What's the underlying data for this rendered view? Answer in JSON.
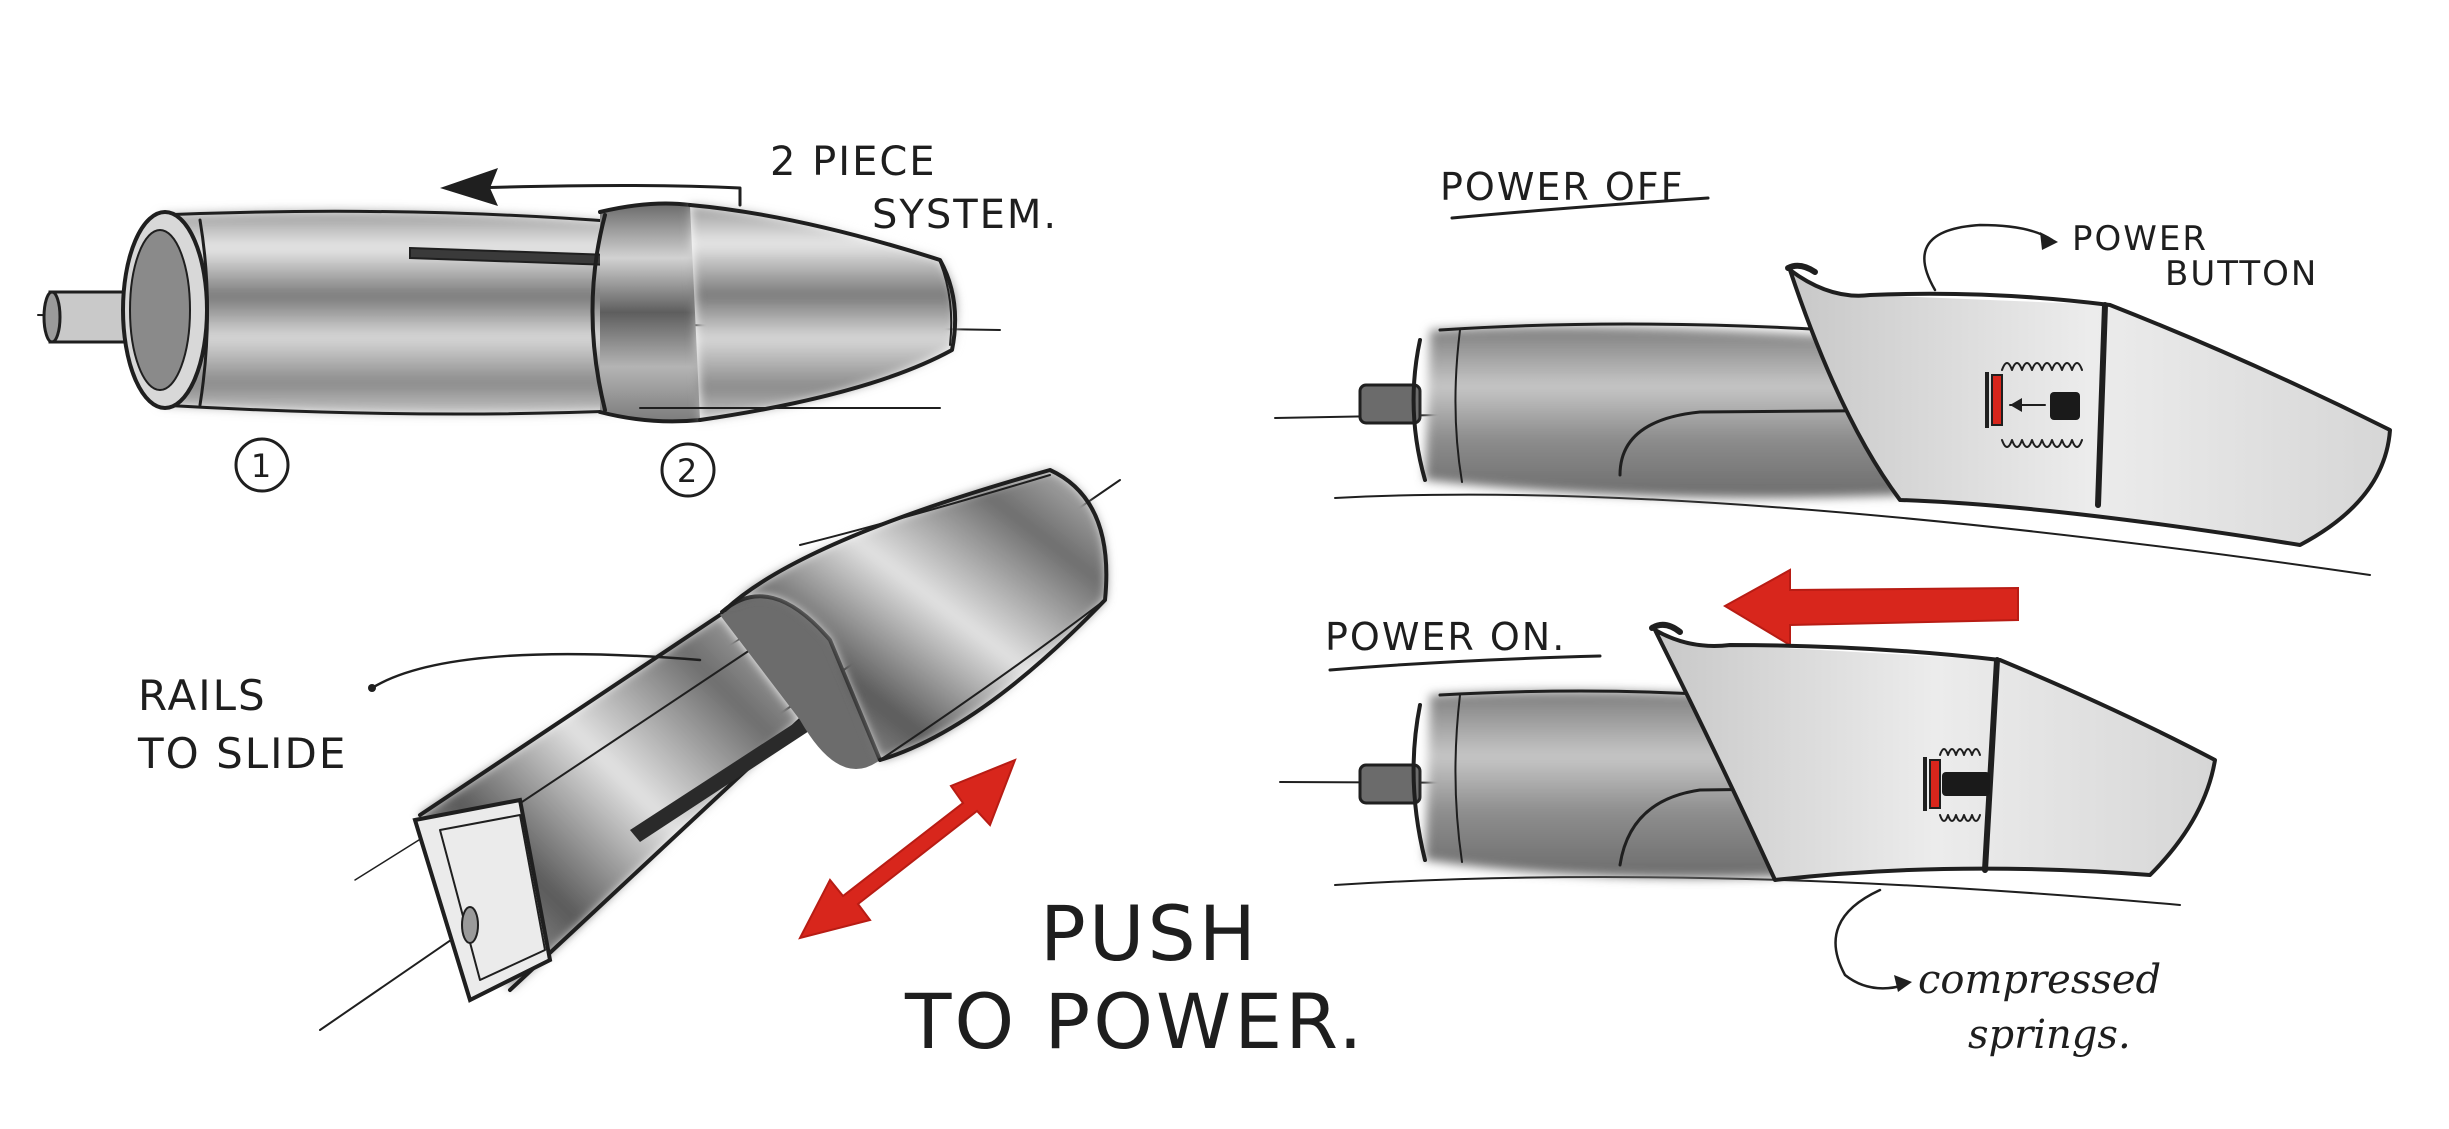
{
  "labels": {
    "two_piece_line1": "2 PIECE",
    "two_piece_line2": "SYSTEM.",
    "num_1": "1",
    "num_2": "2",
    "rails_line1": "RAILS",
    "rails_line2": "TO SLIDE",
    "push_line1": "PUSH",
    "push_line2": "TO POWER.",
    "power_off": "POWER OFF",
    "power_button_line1": "POWER",
    "power_button_line2": "BUTTON",
    "power_on": "POWER ON.",
    "springs_line1": "compressed",
    "springs_line2": "springs."
  },
  "colors": {
    "ink": "#1f1f1f",
    "accent_red": "#d8261c",
    "body_light": "#e9e9e9",
    "body_dark": "#6f6f6f",
    "background": "#ffffff"
  }
}
